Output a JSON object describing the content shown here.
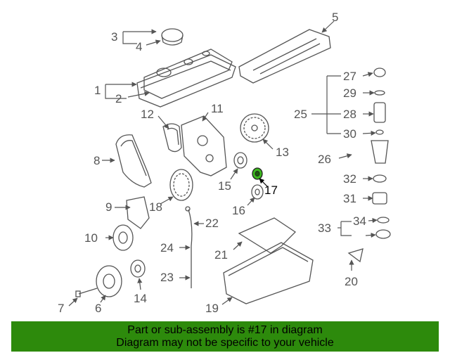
{
  "callouts": [
    "1",
    "2",
    "3",
    "4",
    "5",
    "6",
    "7",
    "8",
    "9",
    "10",
    "11",
    "12",
    "13",
    "14",
    "15",
    "16",
    "17",
    "18",
    "19",
    "20",
    "21",
    "22",
    "23",
    "24",
    "25",
    "26",
    "27",
    "28",
    "29",
    "30",
    "31",
    "32",
    "33",
    "34"
  ],
  "highlight_callout": "17",
  "colors": {
    "banner": "#2d8a0c",
    "highlight_part": "#3cb81e",
    "line": "#555555"
  },
  "banner": {
    "line1": "Part or sub-assembly is #17 in diagram",
    "line2": "Diagram may not be specific to your vehicle"
  }
}
